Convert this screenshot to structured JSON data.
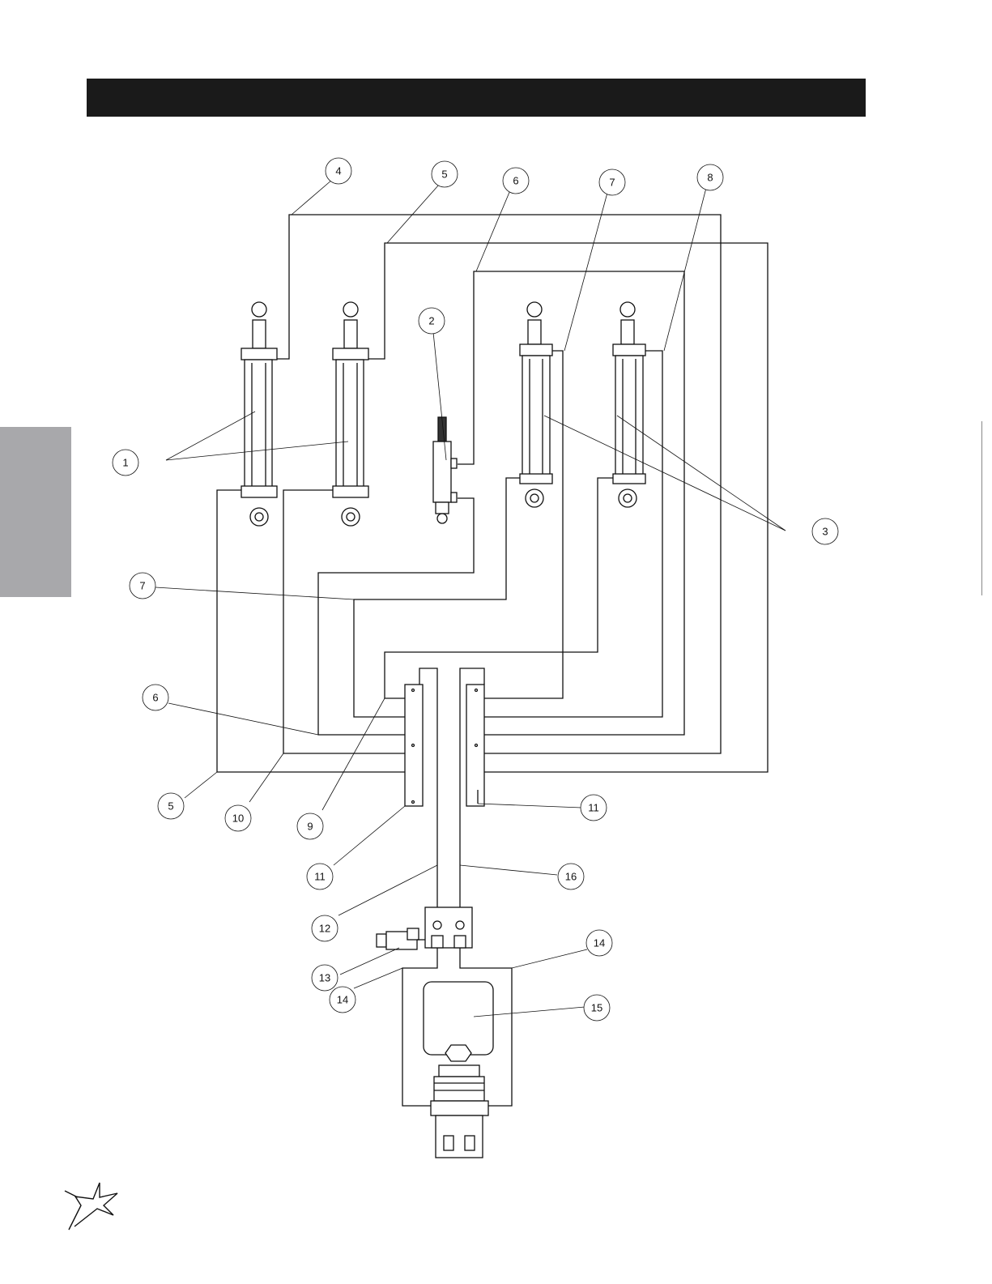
{
  "header": {
    "title": ""
  },
  "callouts": [
    {
      "id": "c4",
      "label": "4"
    },
    {
      "id": "c5a",
      "label": "5"
    },
    {
      "id": "c6a",
      "label": "6"
    },
    {
      "id": "c7a",
      "label": "7"
    },
    {
      "id": "c8",
      "label": "8"
    },
    {
      "id": "c2",
      "label": "2"
    },
    {
      "id": "c1",
      "label": "1"
    },
    {
      "id": "c3",
      "label": "3"
    },
    {
      "id": "c7b",
      "label": "7"
    },
    {
      "id": "c6b",
      "label": "6"
    },
    {
      "id": "c5b",
      "label": "5"
    },
    {
      "id": "c10",
      "label": "10"
    },
    {
      "id": "c9",
      "label": "9"
    },
    {
      "id": "c11a",
      "label": "11"
    },
    {
      "id": "c11b",
      "label": "11"
    },
    {
      "id": "c16",
      "label": "16"
    },
    {
      "id": "c12",
      "label": "12"
    },
    {
      "id": "c14a",
      "label": "14"
    },
    {
      "id": "c13",
      "label": "13"
    },
    {
      "id": "c15",
      "label": "15"
    },
    {
      "id": "c14b",
      "label": "14"
    }
  ],
  "logo": {
    "icon": "star-burst-logo-icon"
  },
  "colors": {
    "header": "#1a1a1a",
    "side_tab": "#a8a8ab",
    "line": "#111111"
  }
}
